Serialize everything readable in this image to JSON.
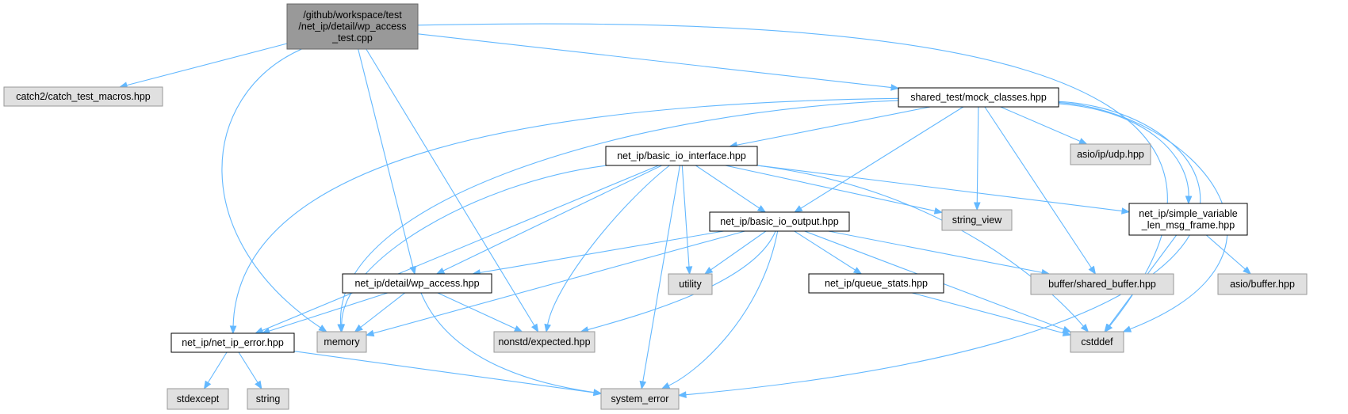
{
  "colors": {
    "root_fill": "#999999",
    "root_stroke": "#666666",
    "local_fill": "#ffffff",
    "local_stroke": "#000000",
    "external_fill": "#e0e0e0",
    "external_stroke": "#999999",
    "edge": "#63b8ff"
  },
  "nodes": {
    "root": {
      "lines": [
        "/github/workspace/test",
        "/net_ip/detail/wp_access",
        "_test.cpp"
      ],
      "kind": "root"
    },
    "catch2": {
      "lines": [
        "catch2/catch_test_macros.hpp"
      ],
      "kind": "external"
    },
    "mock": {
      "lines": [
        "shared_test/mock_classes.hpp"
      ],
      "kind": "local"
    },
    "basic_io_iface": {
      "lines": [
        "net_ip/basic_io_interface.hpp"
      ],
      "kind": "local"
    },
    "asio_udp": {
      "lines": [
        "asio/ip/udp.hpp"
      ],
      "kind": "external"
    },
    "basic_io_output": {
      "lines": [
        "net_ip/basic_io_output.hpp"
      ],
      "kind": "local"
    },
    "string_view": {
      "lines": [
        "string_view"
      ],
      "kind": "external"
    },
    "simple_var": {
      "lines": [
        "net_ip/simple_variable",
        "_len_msg_frame.hpp"
      ],
      "kind": "local"
    },
    "wp_access": {
      "lines": [
        "net_ip/detail/wp_access.hpp"
      ],
      "kind": "local"
    },
    "utility": {
      "lines": [
        "utility"
      ],
      "kind": "external"
    },
    "queue_stats": {
      "lines": [
        "net_ip/queue_stats.hpp"
      ],
      "kind": "local"
    },
    "shared_buffer": {
      "lines": [
        "buffer/shared_buffer.hpp"
      ],
      "kind": "external"
    },
    "asio_buffer": {
      "lines": [
        "asio/buffer.hpp"
      ],
      "kind": "external"
    },
    "net_ip_error": {
      "lines": [
        "net_ip/net_ip_error.hpp"
      ],
      "kind": "local"
    },
    "memory": {
      "lines": [
        "memory"
      ],
      "kind": "external"
    },
    "expected": {
      "lines": [
        "nonstd/expected.hpp"
      ],
      "kind": "external"
    },
    "cstddef": {
      "lines": [
        "cstddef"
      ],
      "kind": "external"
    },
    "stdexcept": {
      "lines": [
        "stdexcept"
      ],
      "kind": "external"
    },
    "string": {
      "lines": [
        "string"
      ],
      "kind": "external"
    },
    "system_error": {
      "lines": [
        "system_error"
      ],
      "kind": "external"
    }
  },
  "edges": [
    [
      "root",
      "catch2"
    ],
    [
      "root",
      "mock"
    ],
    [
      "root",
      "wp_access"
    ],
    [
      "root",
      "memory"
    ],
    [
      "root",
      "expected"
    ],
    [
      "root",
      "cstddef"
    ],
    [
      "mock",
      "basic_io_iface"
    ],
    [
      "mock",
      "asio_udp"
    ],
    [
      "mock",
      "basic_io_output"
    ],
    [
      "mock",
      "string_view"
    ],
    [
      "mock",
      "simple_var"
    ],
    [
      "mock",
      "shared_buffer"
    ],
    [
      "mock",
      "net_ip_error"
    ],
    [
      "mock",
      "memory"
    ],
    [
      "mock",
      "cstddef"
    ],
    [
      "mock",
      "system_error"
    ],
    [
      "basic_io_iface",
      "basic_io_output"
    ],
    [
      "basic_io_iface",
      "string_view"
    ],
    [
      "basic_io_iface",
      "simple_var"
    ],
    [
      "basic_io_iface",
      "wp_access"
    ],
    [
      "basic_io_iface",
      "utility"
    ],
    [
      "basic_io_iface",
      "net_ip_error"
    ],
    [
      "basic_io_iface",
      "memory"
    ],
    [
      "basic_io_iface",
      "expected"
    ],
    [
      "basic_io_iface",
      "cstddef"
    ],
    [
      "basic_io_iface",
      "system_error"
    ],
    [
      "basic_io_output",
      "wp_access"
    ],
    [
      "basic_io_output",
      "utility"
    ],
    [
      "basic_io_output",
      "queue_stats"
    ],
    [
      "basic_io_output",
      "shared_buffer"
    ],
    [
      "basic_io_output",
      "memory"
    ],
    [
      "basic_io_output",
      "expected"
    ],
    [
      "basic_io_output",
      "cstddef"
    ],
    [
      "basic_io_output",
      "system_error"
    ],
    [
      "simple_var",
      "asio_buffer"
    ],
    [
      "simple_var",
      "cstddef"
    ],
    [
      "wp_access",
      "net_ip_error"
    ],
    [
      "wp_access",
      "memory"
    ],
    [
      "wp_access",
      "expected"
    ],
    [
      "wp_access",
      "system_error"
    ],
    [
      "queue_stats",
      "cstddef"
    ],
    [
      "net_ip_error",
      "stdexcept"
    ],
    [
      "net_ip_error",
      "string"
    ],
    [
      "net_ip_error",
      "system_error"
    ]
  ]
}
